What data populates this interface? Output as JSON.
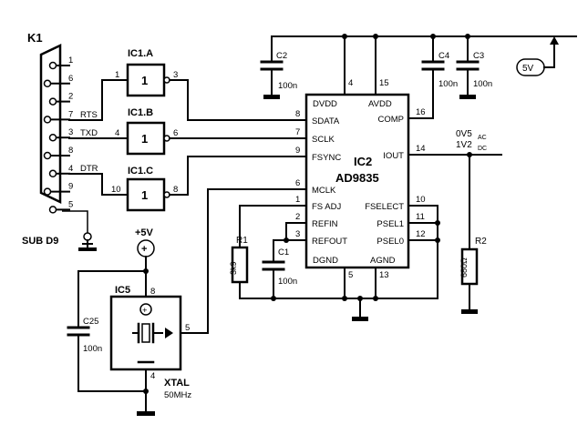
{
  "connector": {
    "ref": "K1",
    "type": "SUB D9",
    "pins": [
      "1",
      "6",
      "2",
      "7",
      "3",
      "8",
      "4",
      "9",
      "5"
    ],
    "signals": [
      "RTS",
      "TXD",
      "DTR"
    ]
  },
  "buffers": [
    {
      "ref": "IC1.A",
      "num": "1",
      "in": "1",
      "out": "3"
    },
    {
      "ref": "IC1.B",
      "num": "1",
      "in": "4",
      "out": "6"
    },
    {
      "ref": "IC1.C",
      "num": "1",
      "in": "10",
      "out": "8"
    }
  ],
  "dds": {
    "ref": "IC2",
    "part": "AD9835",
    "left_pins": [
      {
        "num": "8",
        "name": "SDATA"
      },
      {
        "num": "7",
        "name": "SCLK"
      },
      {
        "num": "9",
        "name": "FSYNC"
      },
      {
        "num": "6",
        "name": "MCLK"
      },
      {
        "num": "1",
        "name": "FS ADJ"
      },
      {
        "num": "2",
        "name": "REFIN"
      },
      {
        "num": "3",
        "name": "REFOUT"
      }
    ],
    "right_pins": [
      {
        "num": "16",
        "name": "COMP"
      },
      {
        "num": "14",
        "name": "IOUT"
      },
      {
        "num": "10",
        "name": "FSELECT"
      },
      {
        "num": "11",
        "name": "PSEL1"
      },
      {
        "num": "12",
        "name": "PSEL0"
      }
    ],
    "top_pins": [
      {
        "num": "4",
        "name": "DVDD"
      },
      {
        "num": "15",
        "name": "AVDD"
      }
    ],
    "bottom_pins": [
      {
        "num": "5",
        "name": "DGND"
      },
      {
        "num": "13",
        "name": "AGND"
      }
    ]
  },
  "oscillator": {
    "ref": "IC5",
    "pins": [
      "8",
      "5",
      "4"
    ],
    "xtal": "XTAL",
    "freq": "50MHz",
    "plus": "+"
  },
  "components": {
    "C1": {
      "ref": "C1",
      "value": "100n"
    },
    "C2": {
      "ref": "C2",
      "value": "100n"
    },
    "C3": {
      "ref": "C3",
      "value": "100n"
    },
    "C4": {
      "ref": "C4",
      "value": "100n"
    },
    "C25": {
      "ref": "C25",
      "value": "100n"
    },
    "R1": {
      "ref": "R1",
      "value": "3k9"
    },
    "R2": {
      "ref": "R2",
      "value": "680Ω"
    }
  },
  "power": {
    "plus5v": "+5V",
    "rail": "5V",
    "output_ac": "0V5",
    "ac_sub": "AC",
    "output_dc": "1V2",
    "dc_sub": "DC"
  }
}
